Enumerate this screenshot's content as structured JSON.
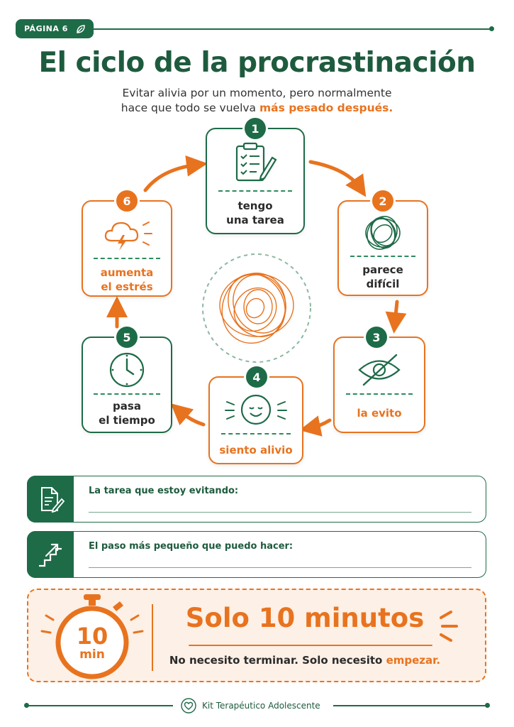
{
  "header": {
    "page_badge": "PÁGINA 6",
    "title": "El ciclo de la procrastinación",
    "subtitle_line1": "Evitar alivia por un momento, pero normalmente",
    "subtitle_line2_start": "hace que todo se vuelva ",
    "subtitle_line2_highlight": "más pesado después."
  },
  "cycle": {
    "steps": [
      {
        "number": "1",
        "label_line1": "tengo",
        "label_line2": "una tarea",
        "icon": "clipboard-checklist-icon"
      },
      {
        "number": "2",
        "label_line1": "parece",
        "label_line2": "difícil",
        "icon": "scribble-ball-icon"
      },
      {
        "number": "3",
        "label_line1": "la evito",
        "label_line2": "",
        "icon": "eye-crossed-icon"
      },
      {
        "number": "4",
        "label_line1": "siento alivio",
        "label_line2": "",
        "icon": "relieved-face-icon"
      },
      {
        "number": "5",
        "label_line1": "pasa",
        "label_line2": "el tiempo",
        "icon": "clock-icon"
      },
      {
        "number": "6",
        "label_line1": "aumenta",
        "label_line2": "el estrés",
        "icon": "storm-cloud-icon"
      }
    ]
  },
  "worksheet": {
    "task_label": "La tarea que estoy evitando:",
    "step_label": "El paso más pequeño que puedo hacer:"
  },
  "banner": {
    "timer_number": "10",
    "timer_unit": "min",
    "title": "Solo 10 minutos",
    "sub_start": "No necesito terminar. Solo necesito ",
    "sub_highlight": "empezar."
  },
  "footer": {
    "text": "Kit Terapéutico Adolescente"
  },
  "colors": {
    "green": "#1e6b48",
    "orange": "#e8731f",
    "banner_bg": "#fdf0e6"
  }
}
